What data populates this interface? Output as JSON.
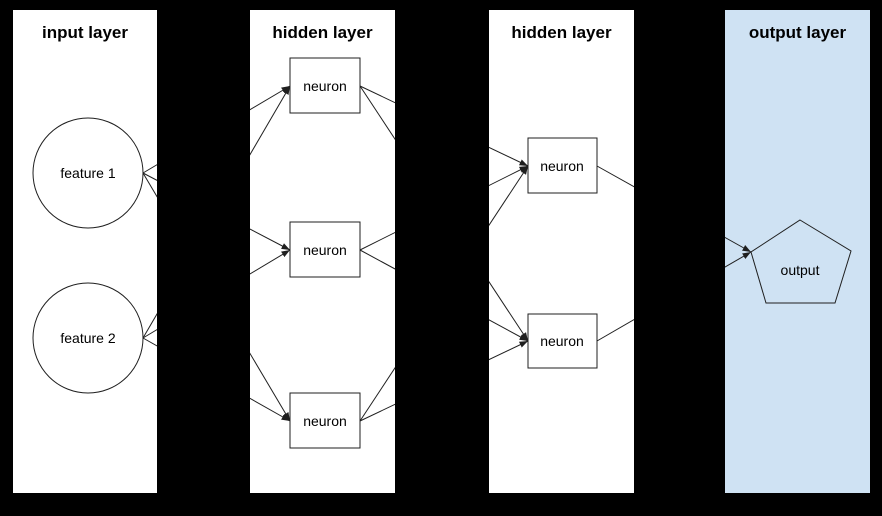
{
  "canvas": {
    "background_color": "#000000"
  },
  "diagram": {
    "type": "neural-network",
    "layers": [
      {
        "id": "input",
        "title": "input layer",
        "panel_color": "#ffffff"
      },
      {
        "id": "hidden1",
        "title": "hidden layer",
        "panel_color": "#ffffff"
      },
      {
        "id": "hidden2",
        "title": "hidden layer",
        "panel_color": "#ffffff"
      },
      {
        "id": "output",
        "title": "output layer",
        "panel_color": "#cfe2f3"
      }
    ],
    "nodes": [
      {
        "id": "feature1",
        "layer": "input",
        "shape": "circle",
        "label": "feature 1"
      },
      {
        "id": "feature2",
        "layer": "input",
        "shape": "circle",
        "label": "feature 2"
      },
      {
        "id": "h1n1",
        "layer": "hidden1",
        "shape": "rect",
        "label": "neuron"
      },
      {
        "id": "h1n2",
        "layer": "hidden1",
        "shape": "rect",
        "label": "neuron"
      },
      {
        "id": "h1n3",
        "layer": "hidden1",
        "shape": "rect",
        "label": "neuron"
      },
      {
        "id": "h2n1",
        "layer": "hidden2",
        "shape": "rect",
        "label": "neuron"
      },
      {
        "id": "h2n2",
        "layer": "hidden2",
        "shape": "rect",
        "label": "neuron"
      },
      {
        "id": "out",
        "layer": "output",
        "shape": "pentagon",
        "label": "output"
      }
    ],
    "edges": [
      {
        "from": "feature1",
        "to": "h1n1"
      },
      {
        "from": "feature1",
        "to": "h1n2"
      },
      {
        "from": "feature1",
        "to": "h1n3"
      },
      {
        "from": "feature2",
        "to": "h1n1"
      },
      {
        "from": "feature2",
        "to": "h1n2"
      },
      {
        "from": "feature2",
        "to": "h1n3"
      },
      {
        "from": "h1n1",
        "to": "h2n1"
      },
      {
        "from": "h1n1",
        "to": "h2n2"
      },
      {
        "from": "h1n2",
        "to": "h2n1"
      },
      {
        "from": "h1n2",
        "to": "h2n2"
      },
      {
        "from": "h1n3",
        "to": "h2n1"
      },
      {
        "from": "h1n3",
        "to": "h2n2"
      },
      {
        "from": "h2n1",
        "to": "out"
      },
      {
        "from": "h2n2",
        "to": "out"
      }
    ],
    "colors": {
      "edge_stroke": "#1f1f1f",
      "node_fill": "#ffffff",
      "output_fill": "#cfe2f3",
      "text": "#000000"
    }
  }
}
